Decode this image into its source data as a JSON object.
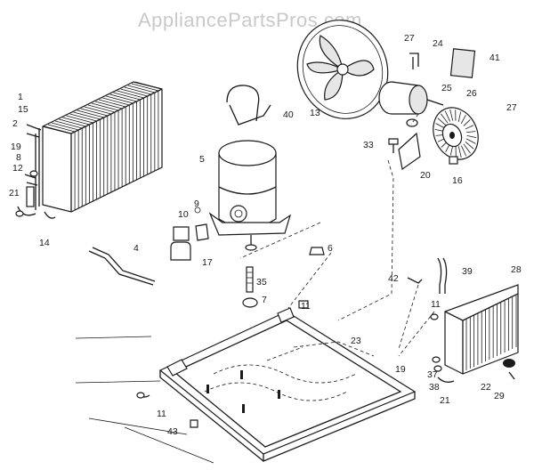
{
  "watermark": "AppliancePartsPros.com",
  "callouts": [
    "1",
    "2",
    "4",
    "5",
    "6",
    "7",
    "8",
    "10",
    "11",
    "11",
    "11",
    "12",
    "13",
    "14",
    "15",
    "16",
    "17",
    "19",
    "19",
    "20",
    "21",
    "21",
    "22",
    "23",
    "24",
    "25",
    "26",
    "27",
    "27",
    "28",
    "29",
    "33",
    "35",
    "37",
    "38",
    "39",
    "40",
    "41",
    "42",
    "43",
    "9"
  ]
}
